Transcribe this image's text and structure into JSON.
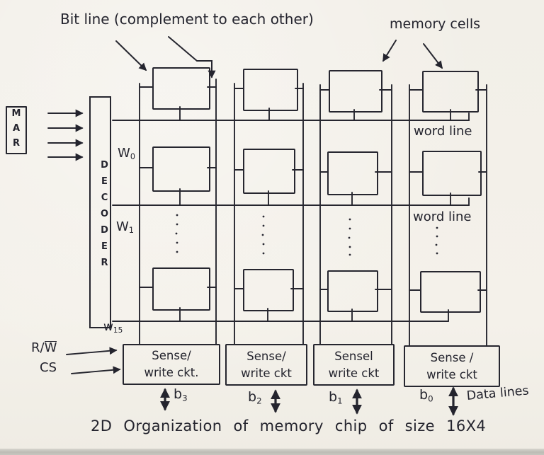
{
  "annotations": {
    "bit_line": "Bit line (complement to each other)",
    "memory_cells": "memory cells",
    "word_line_top": "word line",
    "word_line_mid": "word line",
    "data_lines": "Data lines"
  },
  "mar": {
    "label": "MAR"
  },
  "decoder": {
    "label": "DECODER"
  },
  "word_line_labels": [
    {
      "base": "W",
      "sub": "0"
    },
    {
      "base": "W",
      "sub": "1"
    },
    {
      "base": "w",
      "sub": "15"
    }
  ],
  "control_signals": {
    "rw_prefix": "R/",
    "rw_overlined": "W",
    "cs": "CS"
  },
  "sense_write_circuits": [
    {
      "line1": "Sense/",
      "line2": "write ckt."
    },
    {
      "line1": "Sense/",
      "line2": "write ckt"
    },
    {
      "line1": "Sensel",
      "line2": "write ckt"
    },
    {
      "line1": "Sense /",
      "line2": "write ckt"
    }
  ],
  "data_line_labels": [
    {
      "base": "b",
      "sub": "3"
    },
    {
      "base": "b",
      "sub": "2"
    },
    {
      "base": "b",
      "sub": "1"
    },
    {
      "base": "b",
      "sub": "0"
    }
  ],
  "caption": "2D Organization of memory chip of size 16X4",
  "colors": {
    "ink": "#24242e",
    "paper": "#f2efe8"
  }
}
